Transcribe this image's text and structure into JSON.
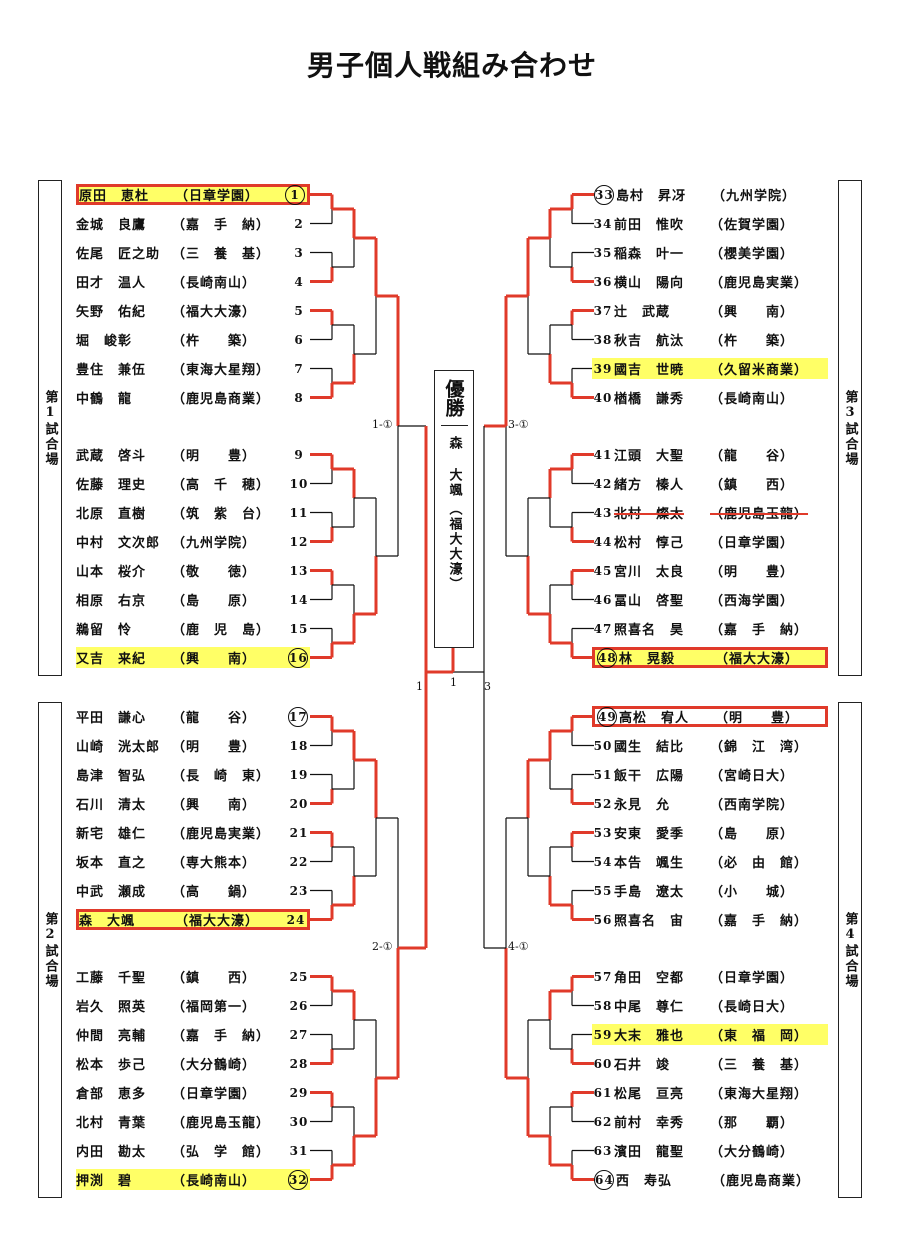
{
  "title": "男子個人戦組み合わせ",
  "courts": [
    "第1試合場",
    "第2試合場",
    "第3試合場",
    "第4試合場"
  ],
  "champion": {
    "label": "優勝",
    "name": "森 大颯",
    "team": "（福大大濠）"
  },
  "round_labels": {
    "semi_left_top": "1-①",
    "semi_left_bottom": "2-①",
    "semi_right_top": "3-①",
    "semi_right_bottom": "4-①",
    "final_left": "1",
    "final_mid": "1",
    "final_right": "3"
  },
  "left_players": [
    {
      "no": "1",
      "name": "原田　恵杜",
      "team": "（日章学園）"
    },
    {
      "no": "2",
      "name": "金城　良鷹",
      "team": "（嘉　手　納）"
    },
    {
      "no": "3",
      "name": "佐尾　匠之助",
      "team": "（三　養　基）"
    },
    {
      "no": "4",
      "name": "田才　温人",
      "team": "（長崎南山）"
    },
    {
      "no": "5",
      "name": "矢野　佑紀",
      "team": "（福大大濠）"
    },
    {
      "no": "6",
      "name": "堀　峻彰",
      "team": "（杵　　築）"
    },
    {
      "no": "7",
      "name": "豊住　兼伍",
      "team": "（東海大星翔）"
    },
    {
      "no": "8",
      "name": "中鶴　龍",
      "team": "（鹿児島商業）"
    },
    {
      "no": "9",
      "name": "武蔵　啓斗",
      "team": "（明　　豊）"
    },
    {
      "no": "10",
      "name": "佐藤　理史",
      "team": "（高　千　穂）"
    },
    {
      "no": "11",
      "name": "北原　直樹",
      "team": "（筑　紫　台）"
    },
    {
      "no": "12",
      "name": "中村　文次郎",
      "team": "（九州学院）"
    },
    {
      "no": "13",
      "name": "山本　桜介",
      "team": "（敬　　徳）"
    },
    {
      "no": "14",
      "name": "相原　右京",
      "team": "（島　　原）"
    },
    {
      "no": "15",
      "name": "鵜留　怜",
      "team": "（鹿　児　島）"
    },
    {
      "no": "16",
      "name": "又吉　来紀",
      "team": "（興　　南）"
    },
    {
      "no": "17",
      "name": "平田　謙心",
      "team": "（龍　　谷）"
    },
    {
      "no": "18",
      "name": "山崎　洸太郎",
      "team": "（明　　豊）"
    },
    {
      "no": "19",
      "name": "島津　智弘",
      "team": "（長　崎　東）"
    },
    {
      "no": "20",
      "name": "石川　清太",
      "team": "（興　　南）"
    },
    {
      "no": "21",
      "name": "新宅　雄仁",
      "team": "（鹿児島実業）"
    },
    {
      "no": "22",
      "name": "坂本　直之",
      "team": "（専大熊本）"
    },
    {
      "no": "23",
      "name": "中武　瀬成",
      "team": "（高　　鍋）"
    },
    {
      "no": "24",
      "name": "森　大颯",
      "team": "（福大大濠）"
    },
    {
      "no": "25",
      "name": "工藤　千聖",
      "team": "（鎮　　西）"
    },
    {
      "no": "26",
      "name": "岩久　照英",
      "team": "（福岡第一）"
    },
    {
      "no": "27",
      "name": "仲間　亮輔",
      "team": "（嘉　手　納）"
    },
    {
      "no": "28",
      "name": "松本　歩己",
      "team": "（大分鶴崎）"
    },
    {
      "no": "29",
      "name": "倉部　恵多",
      "team": "（日章学園）"
    },
    {
      "no": "30",
      "name": "北村　青葉",
      "team": "（鹿児島玉龍）"
    },
    {
      "no": "31",
      "name": "内田　勘太",
      "team": "（弘　学　館）"
    },
    {
      "no": "32",
      "name": "押渕　碧",
      "team": "（長崎南山）"
    }
  ],
  "right_players": [
    {
      "no": "33",
      "name": "島村　昇冴",
      "team": "（九州学院）"
    },
    {
      "no": "34",
      "name": "前田　惟吹",
      "team": "（佐賀学園）"
    },
    {
      "no": "35",
      "name": "稲森　叶一",
      "team": "（櫻美学園）"
    },
    {
      "no": "36",
      "name": "横山　陽向",
      "team": "（鹿児島実業）"
    },
    {
      "no": "37",
      "name": "辻　武蔵",
      "team": "（興　　南）"
    },
    {
      "no": "38",
      "name": "秋吉　航汰",
      "team": "（杵　　築）"
    },
    {
      "no": "39",
      "name": "國吉　世暁",
      "team": "（久留米商業）"
    },
    {
      "no": "40",
      "name": "楢橋　謙秀",
      "team": "（長崎南山）"
    },
    {
      "no": "41",
      "name": "江頭　大聖",
      "team": "（龍　　谷）"
    },
    {
      "no": "42",
      "name": "緒方　榛人",
      "team": "（鎮　　西）"
    },
    {
      "no": "43",
      "name": "北村　燦太",
      "team": "（鹿児島玉龍）"
    },
    {
      "no": "44",
      "name": "松村　惇己",
      "team": "（日章学園）"
    },
    {
      "no": "45",
      "name": "宮川　太良",
      "team": "（明　　豊）"
    },
    {
      "no": "46",
      "name": "冨山　啓聖",
      "team": "（西海学園）"
    },
    {
      "no": "47",
      "name": "照喜名　昊",
      "team": "（嘉　手　納）"
    },
    {
      "no": "48",
      "name": "林　晃毅",
      "team": "（福大大濠）"
    },
    {
      "no": "49",
      "name": "高松　宥人",
      "team": "（明　　豊）"
    },
    {
      "no": "50",
      "name": "國生　結比",
      "team": "（錦　江　湾）"
    },
    {
      "no": "51",
      "name": "飯干　広陽",
      "team": "（宮崎日大）"
    },
    {
      "no": "52",
      "name": "永見　允",
      "team": "（西南学院）"
    },
    {
      "no": "53",
      "name": "安東　愛季",
      "team": "（島　　原）"
    },
    {
      "no": "54",
      "name": "本告　颯生",
      "team": "（必　由　館）"
    },
    {
      "no": "55",
      "name": "手島　遼太",
      "team": "（小　　城）"
    },
    {
      "no": "56",
      "name": "照喜名　宙",
      "team": "（嘉　手　納）"
    },
    {
      "no": "57",
      "name": "角田　空都",
      "team": "（日章学園）"
    },
    {
      "no": "58",
      "name": "中尾　尊仁",
      "team": "（長崎日大）"
    },
    {
      "no": "59",
      "name": "大末　雅也",
      "team": "（東　福　岡）"
    },
    {
      "no": "60",
      "name": "石井　竣",
      "team": "（三　養　基）"
    },
    {
      "no": "61",
      "name": "松尾　亘亮",
      "team": "（東海大星翔）"
    },
    {
      "no": "62",
      "name": "前村　幸秀",
      "team": "（那　　覇）"
    },
    {
      "no": "63",
      "name": "濱田　龍聖",
      "team": "（大分鶴崎）"
    },
    {
      "no": "64",
      "name": "西　寿弘",
      "team": "（鹿児島商業）"
    }
  ],
  "left_styles": {
    "highlighted": [
      1,
      16,
      24,
      32
    ],
    "boxed": [
      1,
      24
    ],
    "circled": [
      1,
      16,
      17,
      32
    ]
  },
  "right_styles": {
    "highlighted": [
      39,
      48,
      59
    ],
    "boxed": [
      48,
      49
    ],
    "circled": [
      33,
      48,
      49,
      64
    ],
    "struck": [
      43
    ]
  },
  "colors": {
    "win_line": "#e03a2a",
    "lose_line": "#111111",
    "highlight": "#ffff66"
  }
}
